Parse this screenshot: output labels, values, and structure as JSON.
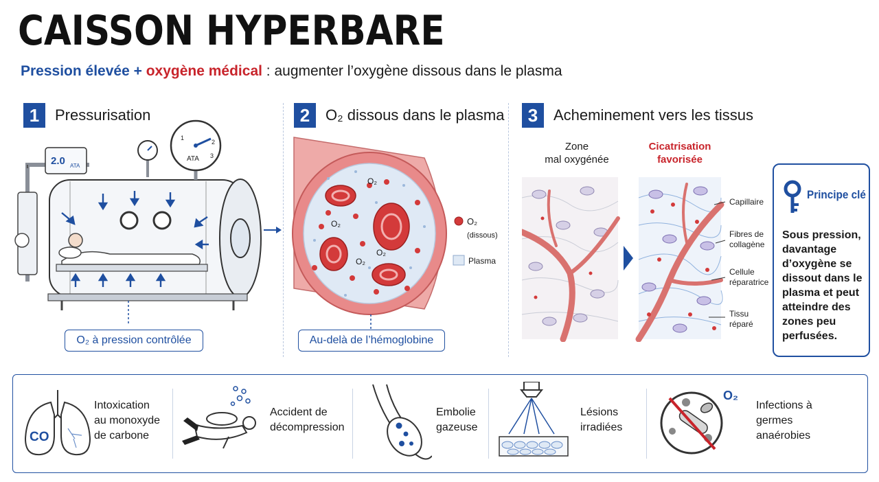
{
  "title": "CAISSON HYPERBARE",
  "subtitle": {
    "part1": "Pression élevée",
    "plus": " + ",
    "part2": "oxygène médical",
    "part3": " : augmenter l’oxygène dissous dans le plasma"
  },
  "steps": [
    {
      "num": "1",
      "title": "Pressurisation",
      "pill": "O₂ à pression contrôlée"
    },
    {
      "num": "2",
      "title": "O₂ dissous dans le plasma",
      "pill": "Au-delà de l’hémoglobine"
    },
    {
      "num": "3",
      "title": "Acheminement vers les tissus"
    }
  ],
  "chamber": {
    "display_value": "2.0",
    "display_unit": "ATA",
    "gauge_label": "ATA",
    "gauge_ticks": [
      "1",
      "2",
      "3"
    ]
  },
  "plasma_legend": {
    "o2": "O₂",
    "o2_sub": "(dissous)",
    "plasma": "Plasma",
    "cell_o2": "O₂"
  },
  "tissue": {
    "left_label": "Zone\nmal oxygénée",
    "right_label": "Cicatrisation\nfavorisée",
    "annotations": [
      "Capillaire",
      "Fibres de\ncollagène",
      "Cellule\nréparatrice",
      "Tissu\nréparé"
    ]
  },
  "key": {
    "title": "Principe clé",
    "text": "Sous pression, davantage d’oxygène se dissout dans le plasma et peut atteindre des zones peu perfusées."
  },
  "indications": [
    {
      "icon": "lungs-icon",
      "label": "Intoxication\nau monoxyde\nde carbone",
      "badge": "CO"
    },
    {
      "icon": "diver-icon",
      "label": "Accident de\ndécompression"
    },
    {
      "icon": "vessel-bubbles-icon",
      "label": "Embolie\ngazeuse"
    },
    {
      "icon": "radiation-tissue-icon",
      "label": "Lésions\nirradiées"
    },
    {
      "icon": "bacteria-icon",
      "label": "Infections à\ngermes\nanaérobies",
      "badge": "O₂"
    }
  ],
  "colors": {
    "blue": "#1f4fa0",
    "red": "#c8242b",
    "vessel": "#e88a8a",
    "plasma": "#dfe9f5"
  }
}
